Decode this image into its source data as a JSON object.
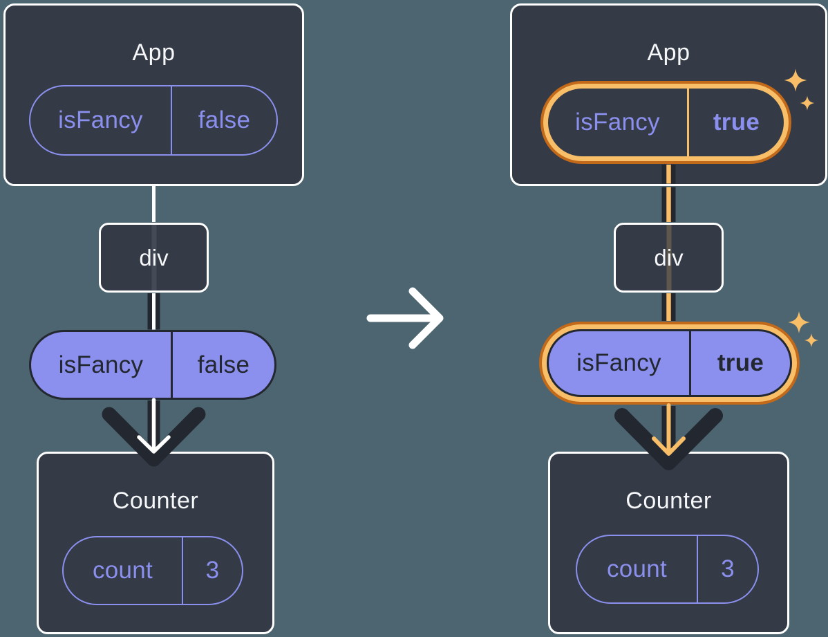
{
  "colors": {
    "background": "#4C6571",
    "box_fill": "#343A46",
    "box_border": "#FFFFFF",
    "text_light": "#F6F7F9",
    "purple": "#8B90EE",
    "dark": "#23272F",
    "orange_dark": "#C2691A",
    "orange_light": "#F8BE68"
  },
  "before": {
    "app": {
      "title": "App",
      "state": {
        "name": "isFancy",
        "value": "false"
      }
    },
    "div": {
      "label": "div"
    },
    "prop": {
      "name": "isFancy",
      "value": "false"
    },
    "counter": {
      "title": "Counter",
      "state": {
        "name": "count",
        "value": "3"
      }
    }
  },
  "after": {
    "app": {
      "title": "App",
      "state": {
        "name": "isFancy",
        "value": "true"
      }
    },
    "div": {
      "label": "div"
    },
    "prop": {
      "name": "isFancy",
      "value": "true"
    },
    "counter": {
      "title": "Counter",
      "state": {
        "name": "count",
        "value": "3"
      }
    }
  }
}
